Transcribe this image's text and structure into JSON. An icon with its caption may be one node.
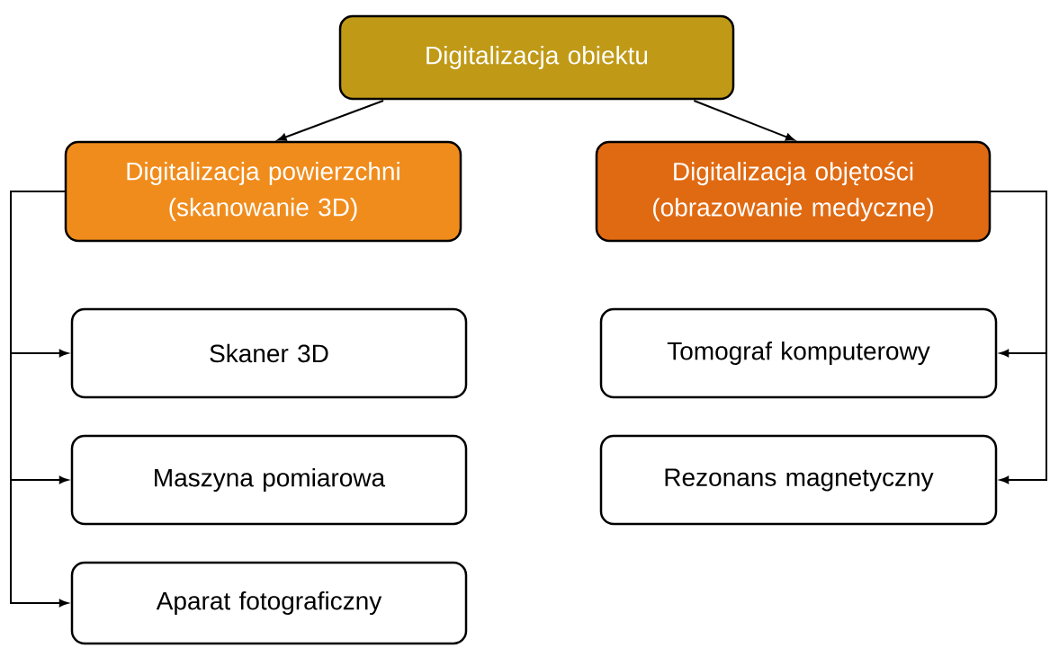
{
  "diagram": {
    "nodes": [
      {
        "text": [
          "Digitalizacja obiektu"
        ]
      },
      {
        "text": [
          "Digitalizacja powierzchni (skanowanie 3D)"
        ]
      },
      {
        "text": [
          "Digitalizacja objętości (obrazowanie medyczne)"
        ]
      },
      {
        "text": [
          "Skaner 3D"
        ]
      },
      {
        "text": [
          "Maszyna pomiarowa"
        ]
      },
      {
        "text": [
          "Aparat fotograficzny"
        ]
      },
      {
        "text": [
          "Tomograf komputerowy"
        ]
      },
      {
        "text": [
          "Rezonans magnetyczny"
        ]
      }
    ],
    "edges": [
      {
        "from": 0,
        "to": 1,
        "arrow": "to"
      },
      {
        "from": 0,
        "to": 2,
        "arrow": "to"
      },
      {
        "from": 1,
        "to": 3,
        "arrow": "to"
      },
      {
        "from": 1,
        "to": 4,
        "arrow": "to"
      },
      {
        "from": 1,
        "to": 5,
        "arrow": "to"
      },
      {
        "from": 2,
        "to": 6,
        "arrow": "to"
      },
      {
        "from": 2,
        "to": 7,
        "arrow": "to"
      }
    ]
  }
}
